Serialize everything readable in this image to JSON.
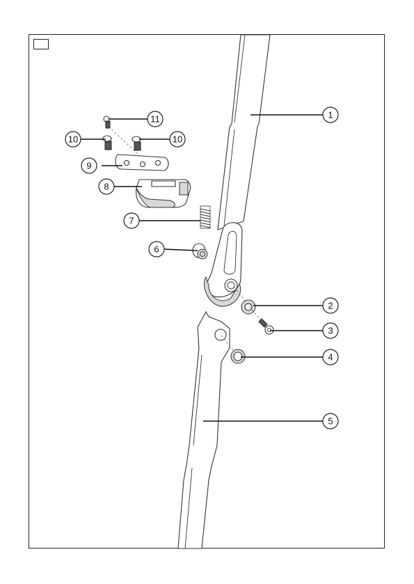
{
  "page": {
    "corner_box_label": ""
  },
  "callouts": [
    {
      "id": "c1",
      "label": "1"
    },
    {
      "id": "c2",
      "label": "2"
    },
    {
      "id": "c3",
      "label": "3"
    },
    {
      "id": "c4",
      "label": "4"
    },
    {
      "id": "c5",
      "label": "5"
    },
    {
      "id": "c6",
      "label": "6"
    },
    {
      "id": "c7",
      "label": "7"
    },
    {
      "id": "c8",
      "label": "8"
    },
    {
      "id": "c9",
      "label": "9"
    },
    {
      "id": "c10a",
      "label": "10"
    },
    {
      "id": "c10b",
      "label": "10"
    },
    {
      "id": "c11",
      "label": "11"
    }
  ]
}
